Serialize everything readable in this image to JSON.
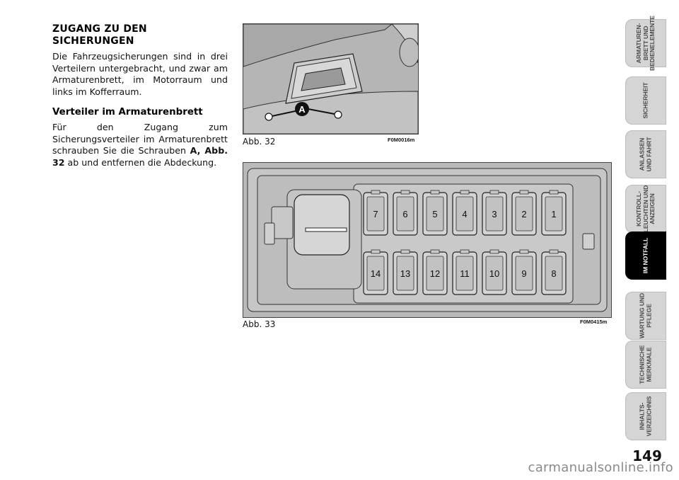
{
  "section": {
    "heading_line1": "ZUGANG ZU DEN",
    "heading_line2": "SICHERUNGEN",
    "intro": "Die Fahrzeugsicherungen sind in drei Verteilern untergebracht, und zwar am Armaturenbrett, im Motorraum und links im Kofferraum.",
    "subheading": "Verteiler im Armaturenbrett",
    "body_pre": "Für den Zugang zum Sicherungsverteiler im Armaturenbrett schrauben Sie die Schrauben ",
    "body_bold": "A, Abb. 32",
    "body_post": " ab und entfernen die Abdeckung."
  },
  "figures": {
    "fig32": {
      "caption": "Abb. 32",
      "code": "F0M0016m",
      "label_a": "A"
    },
    "fig33": {
      "caption": "Abb. 33",
      "code": "F0M0415m",
      "fuses_top": [
        "7",
        "6",
        "5",
        "4",
        "3",
        "2",
        "1"
      ],
      "fuses_bottom": [
        "14",
        "13",
        "12",
        "11",
        "10",
        "9",
        "8"
      ]
    }
  },
  "tabs": [
    {
      "label": "ARMATUREN-\nBRETT UND\nBEDIENELEMENTE",
      "active": false
    },
    {
      "label": "SICHERHEIT",
      "active": false
    },
    {
      "label": "ANLASSEN\nUND FAHRT",
      "active": false
    },
    {
      "label": "KONTROLL-\nLEUCHTEN UND\nANZEIGEN",
      "active": false
    },
    {
      "label": "IM NOTFALL",
      "active": true
    },
    {
      "label": "WARTUNG UND\nPFLEGE",
      "active": false
    },
    {
      "label": "TECHNISCHE\nMERKMALE",
      "active": false
    },
    {
      "label": "INHALTS-\nVERZEICHNIS",
      "active": false
    }
  ],
  "page_number": "149",
  "watermark": "carmanualsonline.info",
  "colors": {
    "figure_bg": "#b9b9b9",
    "tab_bg": "#d5d5d5",
    "tab_active": "#000000",
    "watermark": "#8a8a8a"
  }
}
